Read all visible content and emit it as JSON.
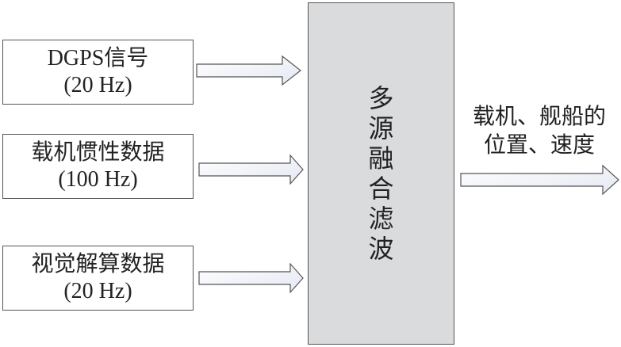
{
  "inputs": [
    {
      "title": "DGPS信号",
      "rate": "(20 Hz)"
    },
    {
      "title": "载机惯性数据",
      "rate": "(100 Hz)"
    },
    {
      "title": "视觉解算数据",
      "rate": "(20 Hz)"
    }
  ],
  "fusion": {
    "chars": [
      "多",
      "源",
      "融",
      "合",
      "滤",
      "波"
    ]
  },
  "output": {
    "line1": "载机、舰船的",
    "line2": "位置、速度"
  },
  "colors": {
    "fusion_fill": "#dadbdd",
    "border": "#555555",
    "arrow_grad_end": "#e4e8f2"
  }
}
